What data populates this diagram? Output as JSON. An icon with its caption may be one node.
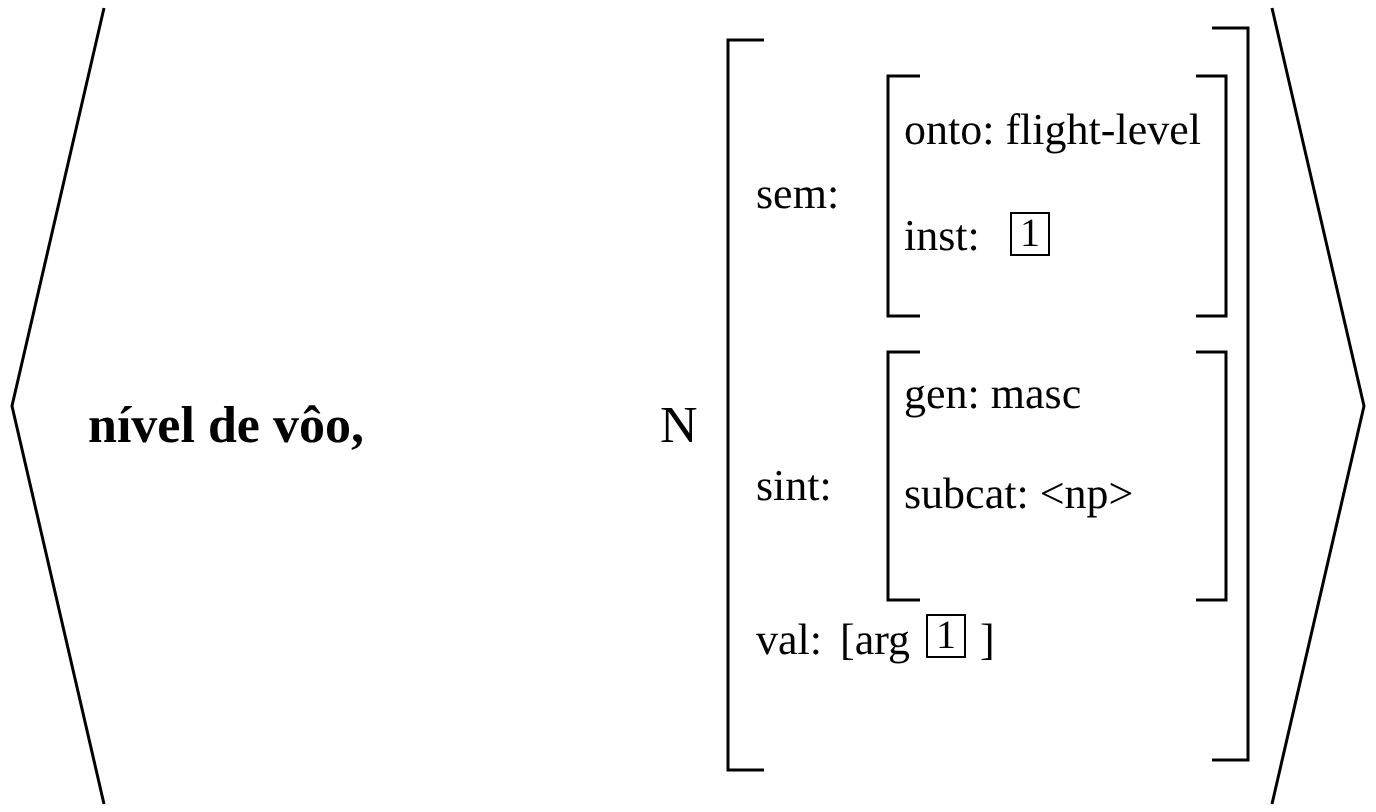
{
  "diagram": {
    "nodes": [
      {
        "text": [
          "1"
        ]
      },
      {
        "text": [
          "1"
        ]
      }
    ],
    "labels": [
      "nível de vôo,",
      "N",
      "sem:",
      "onto: flight-level",
      "inst:",
      "sint:",
      "gen: masc",
      "subcat: <np>",
      "val:",
      "[arg",
      "]"
    ]
  }
}
